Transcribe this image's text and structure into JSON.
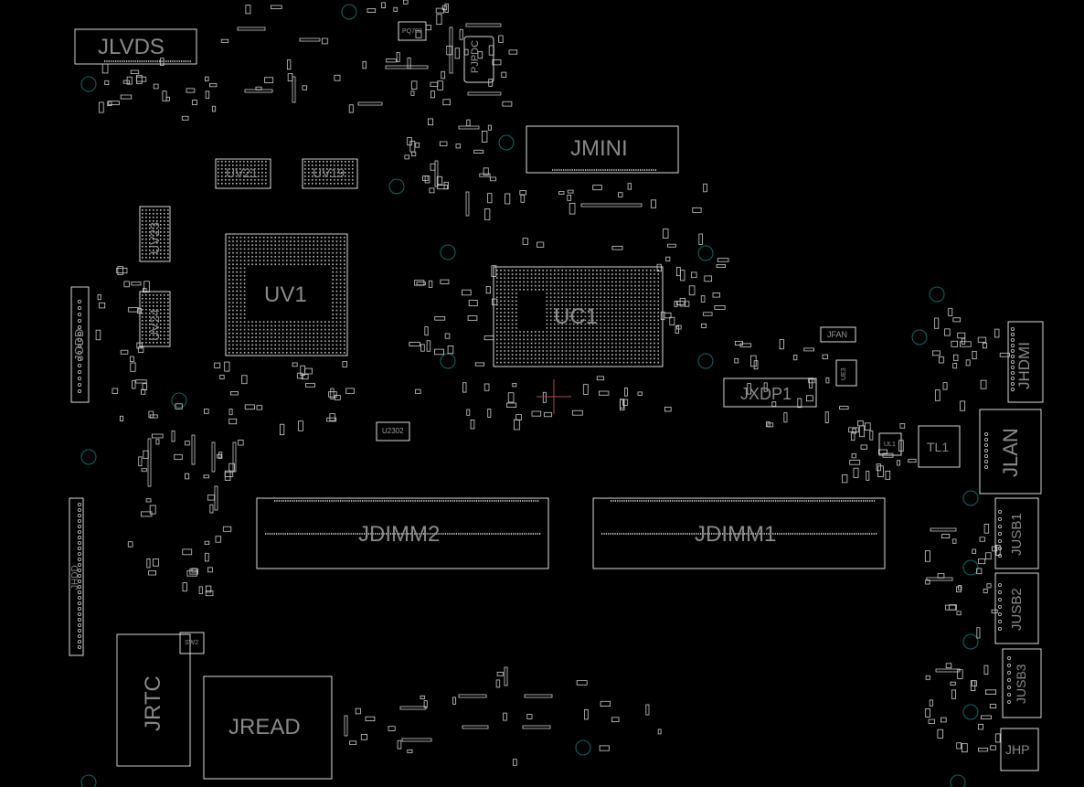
{
  "board": {
    "background": "#000000",
    "outline_color": "#d8d8d8",
    "label_color": "#8a8a8a",
    "via_color": "#0e6a6a",
    "marker_color": "#b04a4a"
  },
  "labels": {
    "jlvds": "JLVDS",
    "jmini": "JMINI",
    "pjpdc": "PJPDC",
    "pq702": "PQ702",
    "uv21": "UV21",
    "uv19": "UV19",
    "uv23": "UV23",
    "uv24": "UV24",
    "uv1": "UV1",
    "uc1": "UC1",
    "jodd": "JODD",
    "jfan": "JFAN",
    "ue3": "UE3",
    "jxdp1": "JXDP1",
    "jhdmi": "JHDMI",
    "u2302": "U2302",
    "ul1": "UL1",
    "tl1": "TL1",
    "jlan": "JLAN",
    "jusb1": "JUSB1",
    "jusb2": "JUSB2",
    "jusb3": "JUSB3",
    "jdimm2": "JDIMM2",
    "jdimm1": "JDIMM1",
    "jhdd": "JHDD",
    "sw2": "SW2",
    "jrtc": "JRTC",
    "jread": "JREAD",
    "jhp": "JHP"
  }
}
